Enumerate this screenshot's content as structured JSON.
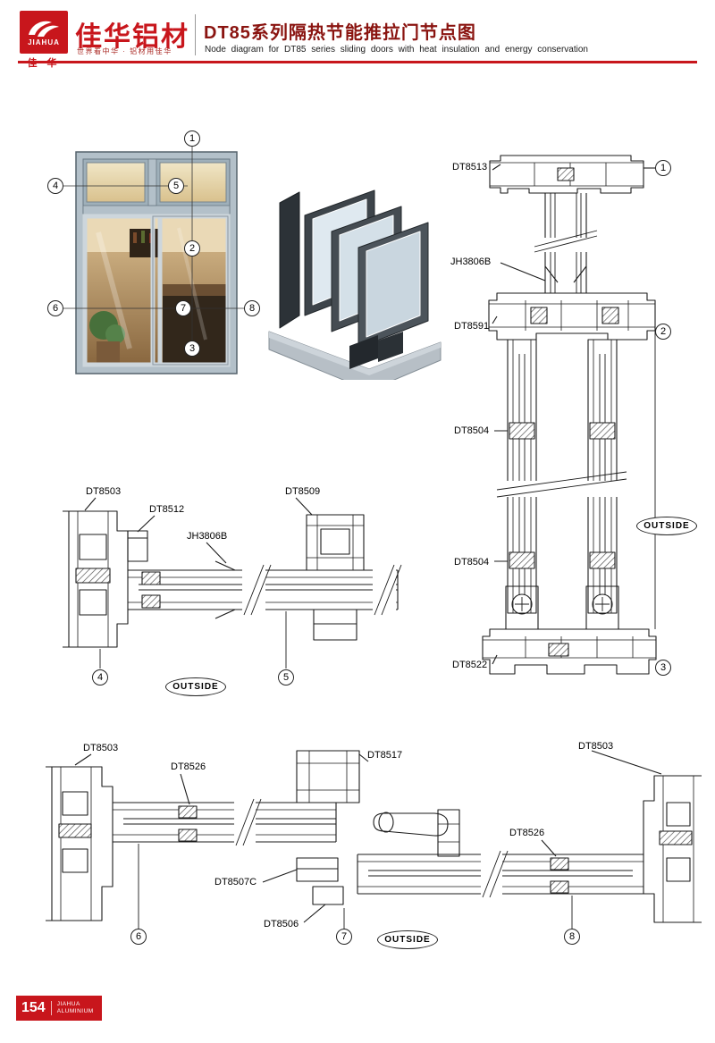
{
  "accent": {
    "red": "#c8161c",
    "dark_red": "#8a1410"
  },
  "header": {
    "logo_en": "JIAHUA",
    "logo_cn": "佳 华",
    "brand_cn": "佳华铝材",
    "tagline": "世界看中华 · 铝材用佳华",
    "title_cn": "DT85系列隔热节能推拉门节点图",
    "title_en": "Node diagram for DT85 series sliding doors with heat insulation and energy conservation"
  },
  "callouts": {
    "c1": "1",
    "c2": "2",
    "c3": "3",
    "c4": "4",
    "c5": "5",
    "c6": "6",
    "c7": "7",
    "c8": "8"
  },
  "sections": {
    "vertical": {
      "labels": [
        "DT8513",
        "JH3806B",
        "DT8591",
        "DT8504",
        "DT8504",
        "DT8522"
      ],
      "outside": "OUTSIDE"
    },
    "horizontal_mid": {
      "labels": [
        "DT8503",
        "DT8512",
        "JH3806B",
        "DT8509"
      ],
      "outside": "OUTSIDE"
    },
    "horizontal_bottom": {
      "labels": [
        "DT8503",
        "DT8526",
        "DT8517",
        "DT8503",
        "DT8526",
        "DT8507C",
        "DT8506"
      ],
      "outside": "OUTSIDE"
    }
  },
  "footer": {
    "page_number": "154",
    "brand": "JIAHUA",
    "brand_sub": "ALUMINIUM"
  }
}
